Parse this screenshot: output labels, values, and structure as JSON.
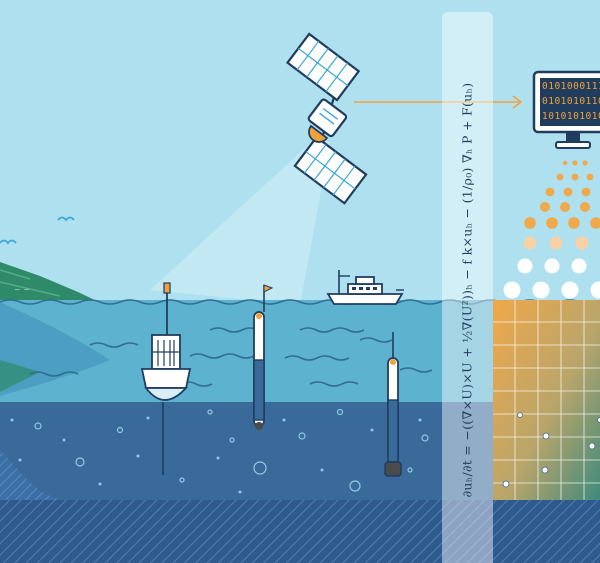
{
  "equation": "∂uₕ/∂t = −((∇×U)×U + ½∇(U²))ₕ − f k×uₕ − (1/ρ₀) ∇ₕ P + F(uₕ)",
  "monitor": {
    "binary_rows": [
      "0101000111",
      "0101010110",
      "1010101010"
    ]
  },
  "colors": {
    "sky": "#aee0ef",
    "sea_surface": "#5cb2cf",
    "sea_deep": "#3a6a99",
    "seafloor": "#2f5a8e",
    "accent_orange": "#f2a23a",
    "dark_navy": "#203d5e",
    "land_green": "#2f8a6a"
  },
  "icons": [
    "satellite-icon",
    "ship-icon",
    "buoy-icon",
    "drifter-float-icon",
    "profiling-float-icon",
    "computer-monitor-icon",
    "bird-icon"
  ]
}
